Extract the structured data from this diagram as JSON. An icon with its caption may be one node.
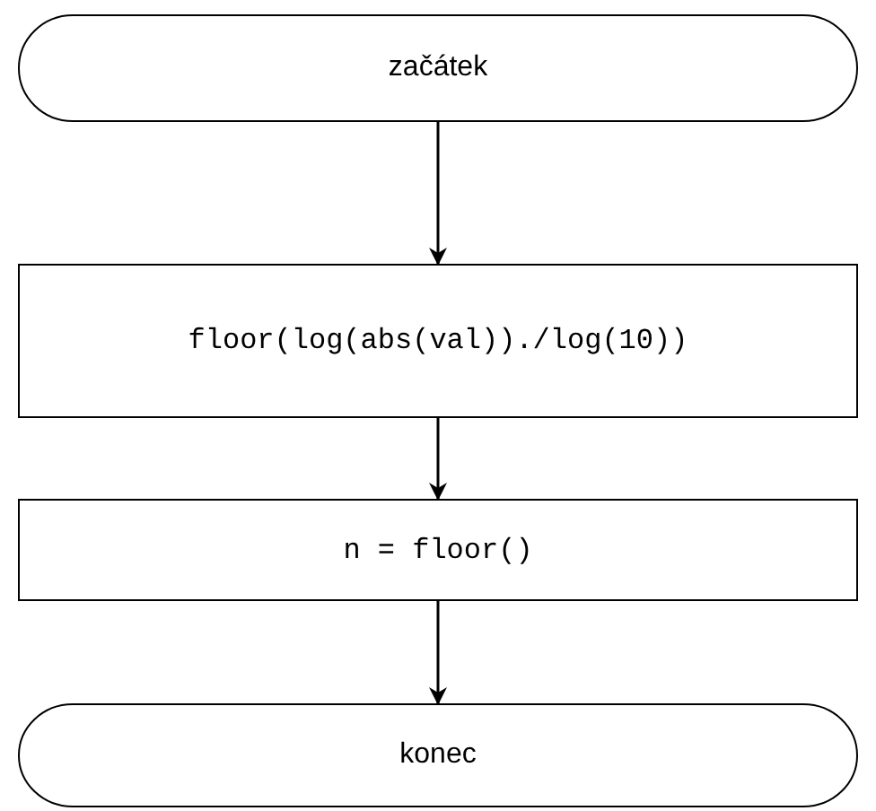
{
  "diagram": {
    "nodes": [
      {
        "text": [
          "začátek"
        ]
      },
      {
        "text": [
          "floor(log(abs(val))./log(10))"
        ]
      },
      {
        "text": [
          "n = floor()"
        ]
      },
      {
        "text": [
          "konec"
        ]
      }
    ],
    "edges": [
      {
        "from": 0,
        "to": 1,
        "arrow": "to"
      },
      {
        "from": 1,
        "to": 2,
        "arrow": "to"
      },
      {
        "from": 2,
        "to": 3,
        "arrow": "to"
      }
    ]
  }
}
